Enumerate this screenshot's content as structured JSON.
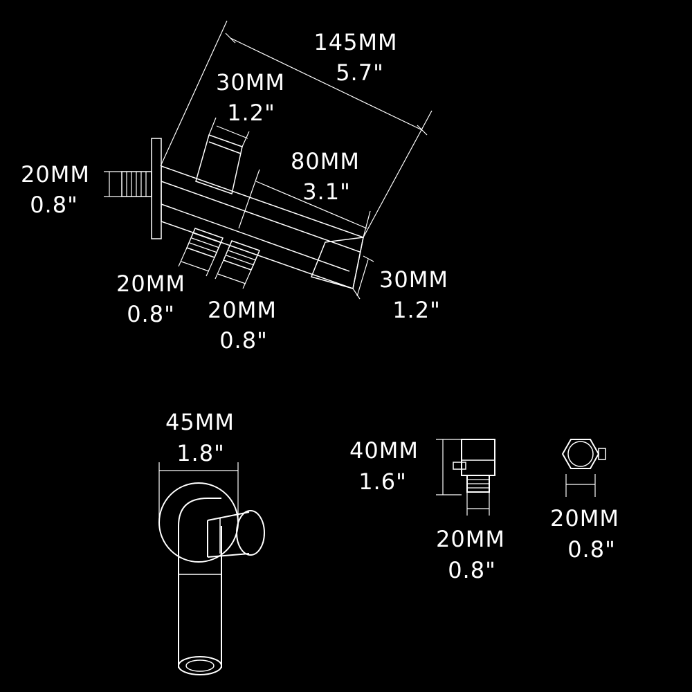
{
  "colors": {
    "background": "#000000",
    "line": "#ffffff",
    "text": "#ffffff"
  },
  "top_view": {
    "overall_length": {
      "mm": "145MM",
      "in": "5.7\""
    },
    "outlet_height": {
      "mm": "30MM",
      "in": "1.2\""
    },
    "arm_length": {
      "mm": "80MM",
      "in": "3.1\""
    },
    "wall_inlet": {
      "mm": "20MM",
      "in": "0.8\""
    },
    "end_diameter": {
      "mm": "30MM",
      "in": "1.2\""
    },
    "lower_inlet_left": {
      "mm": "20MM",
      "in": "0.8\""
    },
    "lower_inlet_right": {
      "mm": "20MM",
      "in": "0.8\""
    }
  },
  "side_view": {
    "flange_diameter": {
      "mm": "45MM",
      "in": "1.8\""
    }
  },
  "valve_front": {
    "height": {
      "mm": "40MM",
      "in": "1.6\""
    },
    "thread": {
      "mm": "20MM",
      "in": "0.8\""
    }
  },
  "valve_top": {
    "width": {
      "mm": "20MM",
      "in": "0.8\""
    }
  }
}
